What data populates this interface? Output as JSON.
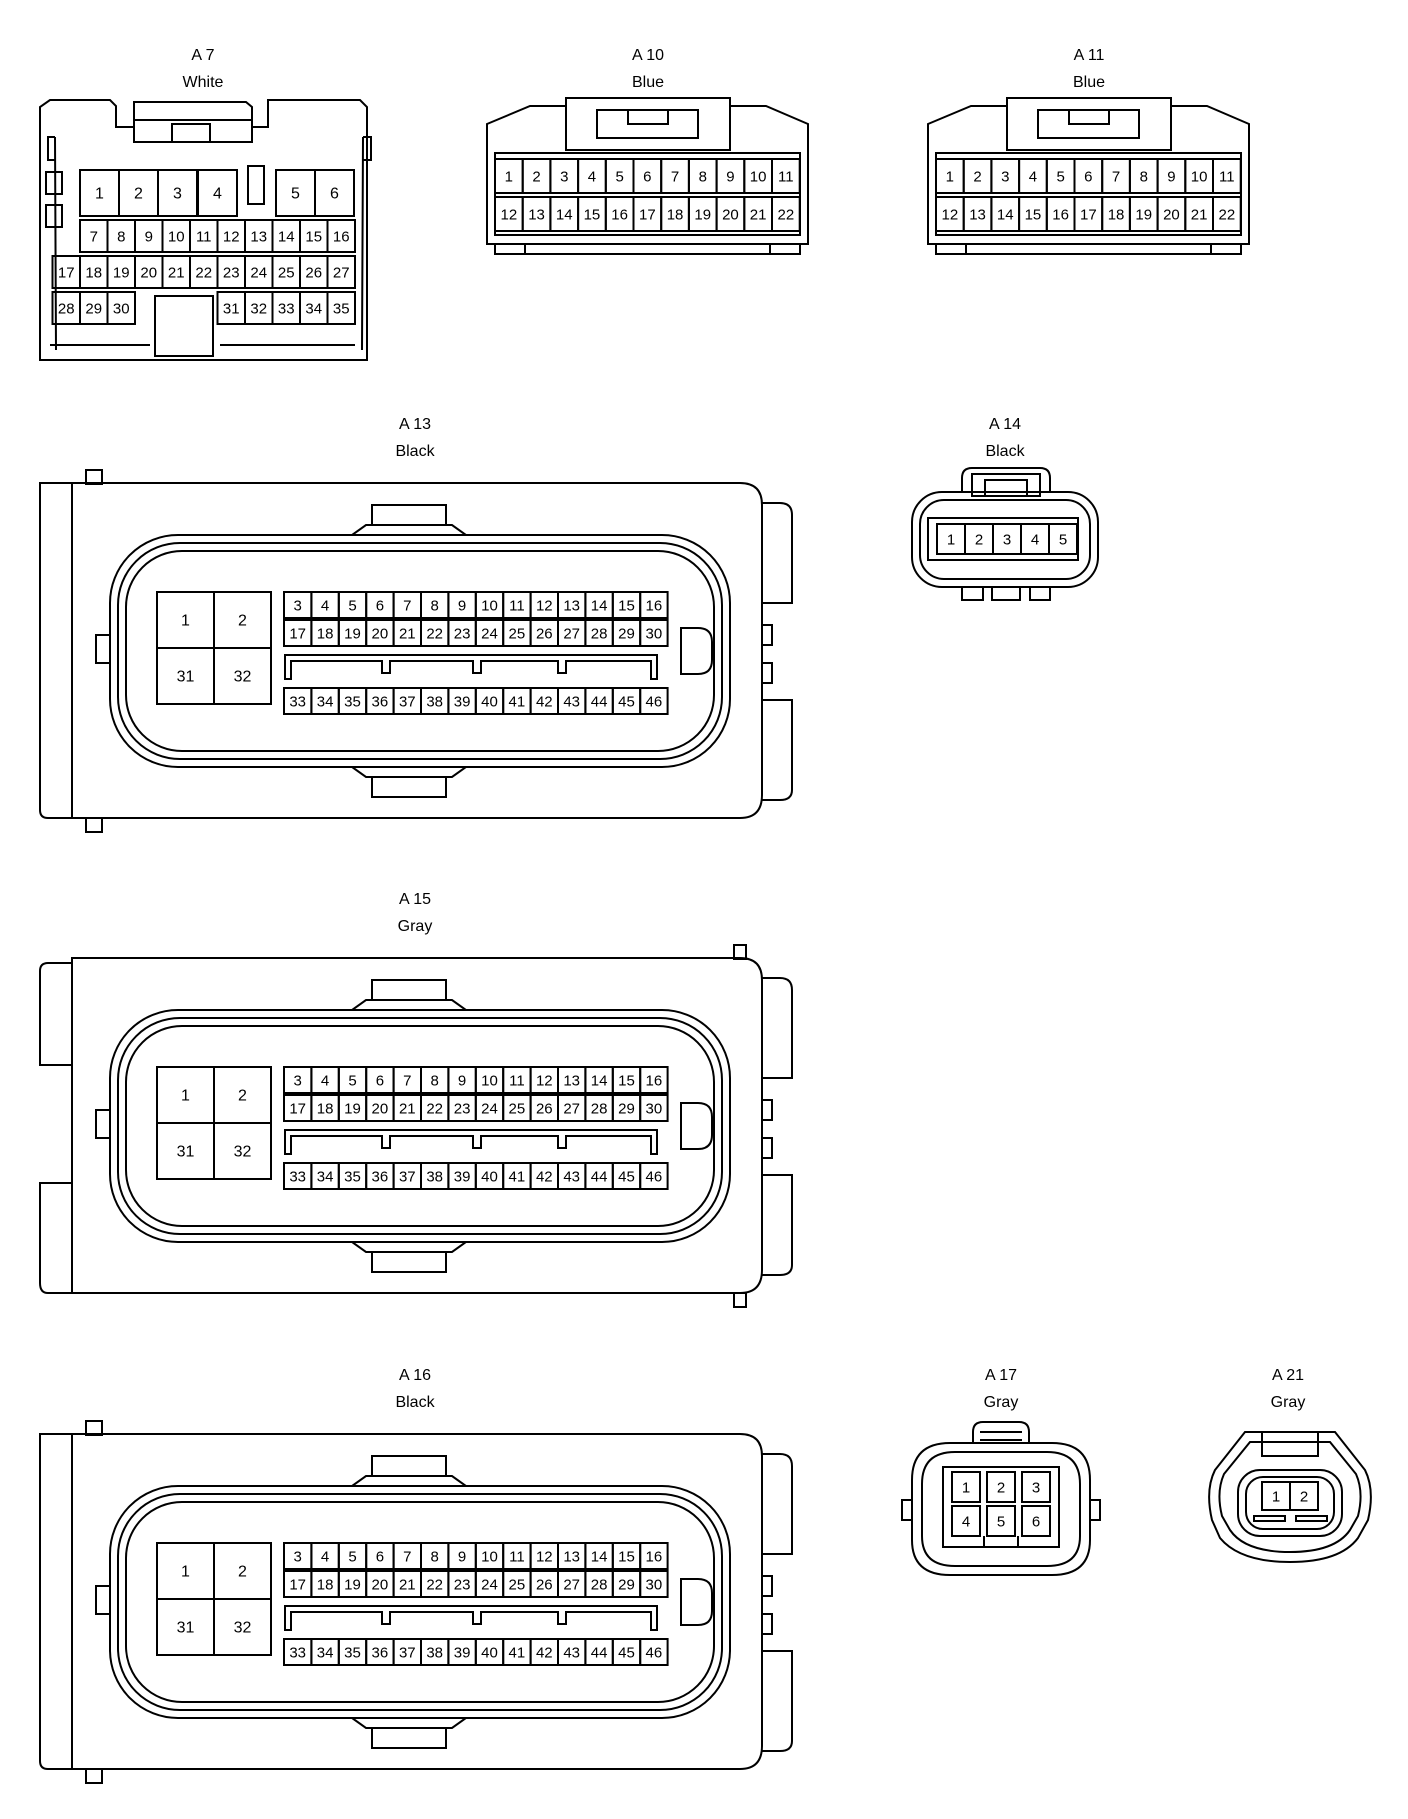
{
  "connectors": [
    {
      "id": "A 7",
      "color": "White"
    },
    {
      "id": "A 10",
      "color": "Blue"
    },
    {
      "id": "A 11",
      "color": "Blue"
    },
    {
      "id": "A 13",
      "color": "Black"
    },
    {
      "id": "A 14",
      "color": "Black"
    },
    {
      "id": "A 15",
      "color": "Gray"
    },
    {
      "id": "A 16",
      "color": "Black"
    },
    {
      "id": "A 17",
      "color": "Gray"
    },
    {
      "id": "A 21",
      "color": "Gray"
    }
  ],
  "a7_pins": {
    "row1": [
      "1",
      "2",
      "3",
      "4",
      "5",
      "6"
    ],
    "row2": [
      "7",
      "8",
      "9",
      "10",
      "11",
      "12",
      "13",
      "14",
      "15",
      "16"
    ],
    "row3": [
      "17",
      "18",
      "19",
      "20",
      "21",
      "22",
      "23",
      "24",
      "25",
      "26",
      "27"
    ],
    "row4": [
      "28",
      "29",
      "30",
      "31",
      "32",
      "33",
      "34",
      "35"
    ]
  },
  "twentytwo_pin": {
    "row1": [
      "1",
      "2",
      "3",
      "4",
      "5",
      "6",
      "7",
      "8",
      "9",
      "10",
      "11"
    ],
    "row2": [
      "12",
      "13",
      "14",
      "15",
      "16",
      "17",
      "18",
      "19",
      "20",
      "21",
      "22"
    ]
  },
  "ecu_pins": {
    "big": [
      "1",
      "2",
      "31",
      "32"
    ],
    "row1": [
      "3",
      "4",
      "5",
      "6",
      "7",
      "8",
      "9",
      "10",
      "11",
      "12",
      "13",
      "14",
      "15",
      "16"
    ],
    "row2": [
      "17",
      "18",
      "19",
      "20",
      "21",
      "22",
      "23",
      "24",
      "25",
      "26",
      "27",
      "28",
      "29",
      "30"
    ],
    "row3": [
      "33",
      "34",
      "35",
      "36",
      "37",
      "38",
      "39",
      "40",
      "41",
      "42",
      "43",
      "44",
      "45",
      "46"
    ]
  },
  "a14_pins": [
    "1",
    "2",
    "3",
    "4",
    "5"
  ],
  "a17_pins": [
    "1",
    "2",
    "3",
    "4",
    "5",
    "6"
  ],
  "a21_pins": [
    "1",
    "2"
  ]
}
